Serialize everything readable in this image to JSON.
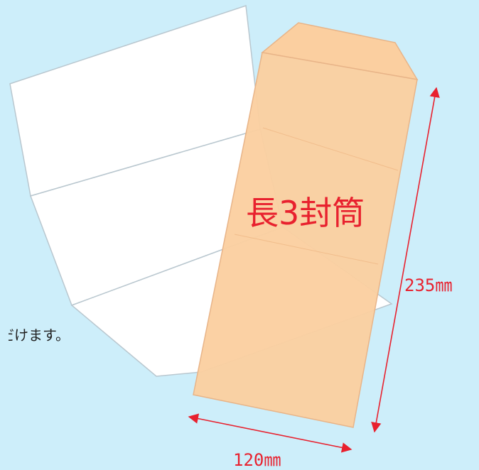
{
  "envelope": {
    "label": "長3封筒",
    "height_label": "235㎜",
    "width_label": "120㎜"
  },
  "background_text": {
    "partial": "だけます。"
  },
  "colors": {
    "background": "#cdeefa",
    "paper": "#ffffff",
    "paper_outline": "#b9c7cf",
    "envelope_fill": "#fbcfa0",
    "envelope_outline": "#e8b488",
    "accent": "#e8212e"
  }
}
